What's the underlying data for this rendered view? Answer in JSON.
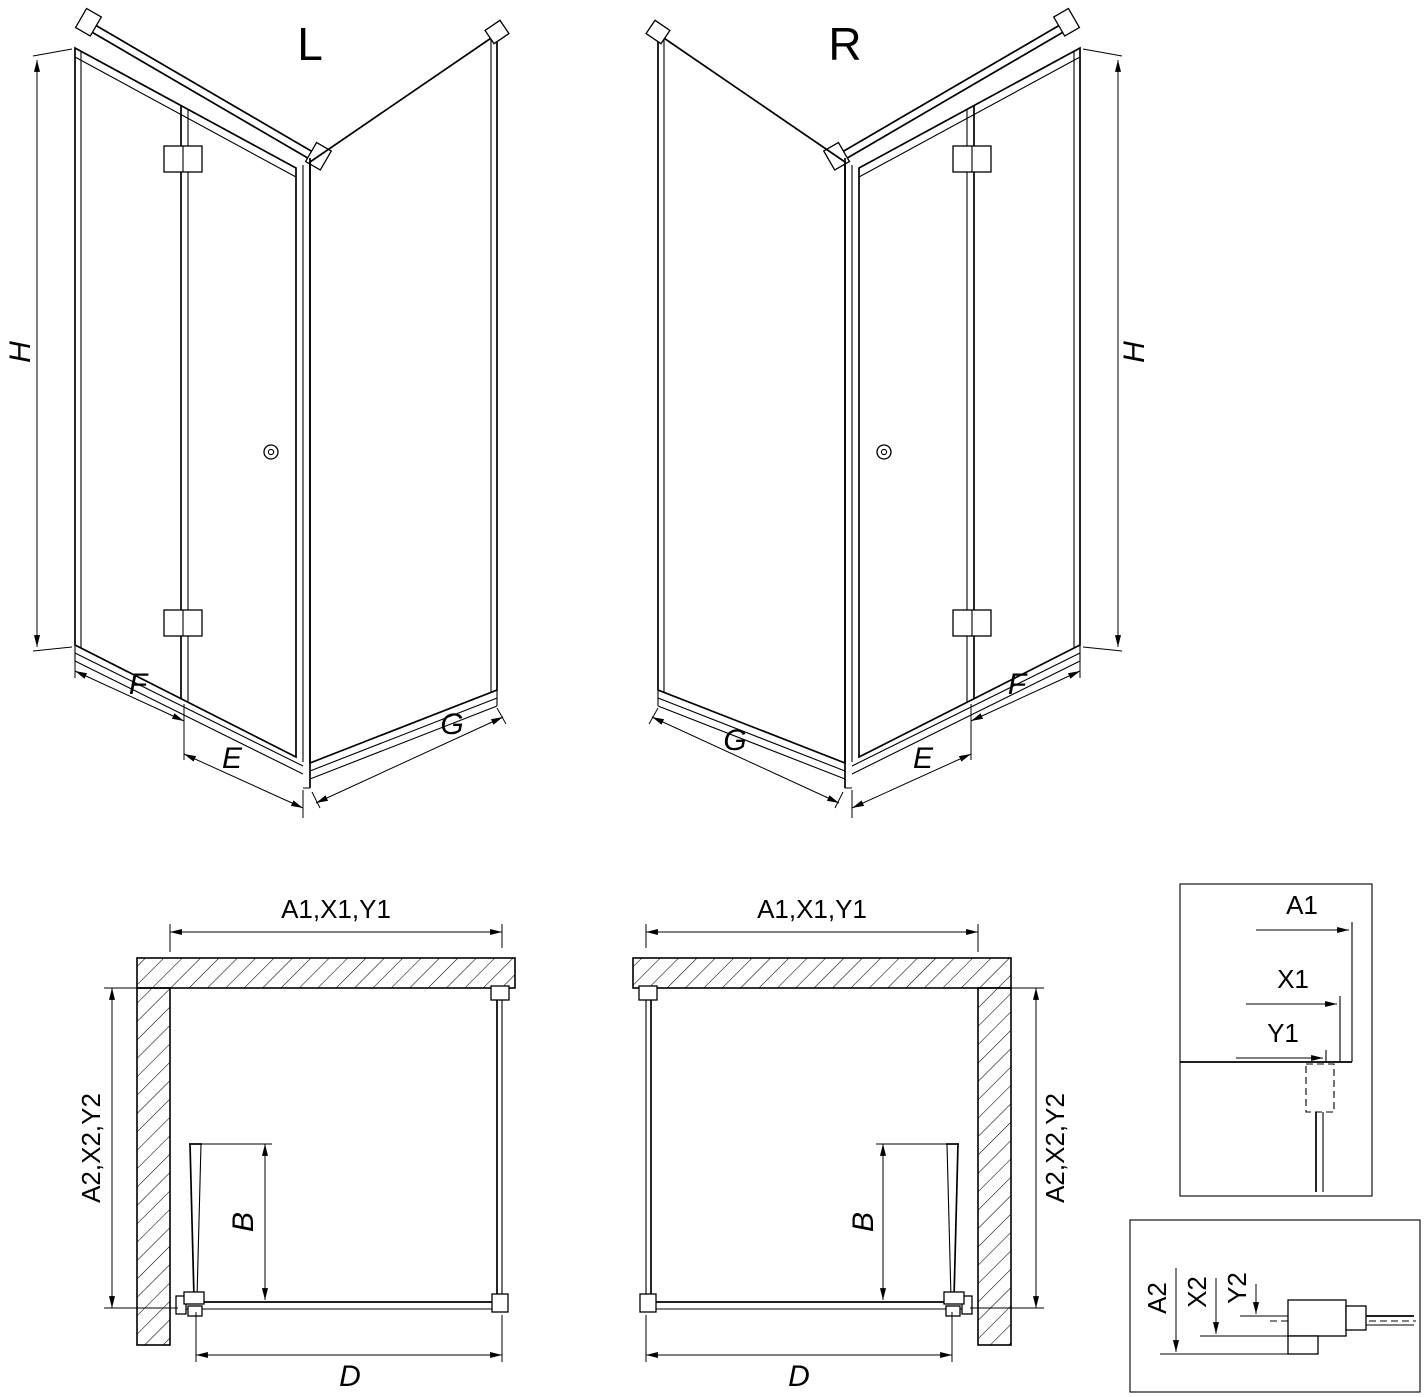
{
  "colors": {
    "line": "#000000",
    "background": "#ffffff"
  },
  "iso_left": {
    "variant": "L",
    "dim_h": "H",
    "dim_f": "F",
    "dim_e": "E",
    "dim_g": "G"
  },
  "iso_right": {
    "variant": "R",
    "dim_h": "H",
    "dim_f": "F",
    "dim_e": "E",
    "dim_g": "G"
  },
  "plan_left": {
    "dim_top": "A1,X1,Y1",
    "dim_side": "A2,X2,Y2",
    "dim_b": "B",
    "dim_d": "D"
  },
  "plan_right": {
    "dim_top": "A1,X1,Y1",
    "dim_side": "A2,X2,Y2",
    "dim_b": "B",
    "dim_d": "D"
  },
  "detail_width": {
    "dim_a1": "A1",
    "dim_x1": "X1",
    "dim_y1": "Y1"
  },
  "detail_depth": {
    "dim_a2": "A2",
    "dim_x2": "X2",
    "dim_y2": "Y2"
  }
}
